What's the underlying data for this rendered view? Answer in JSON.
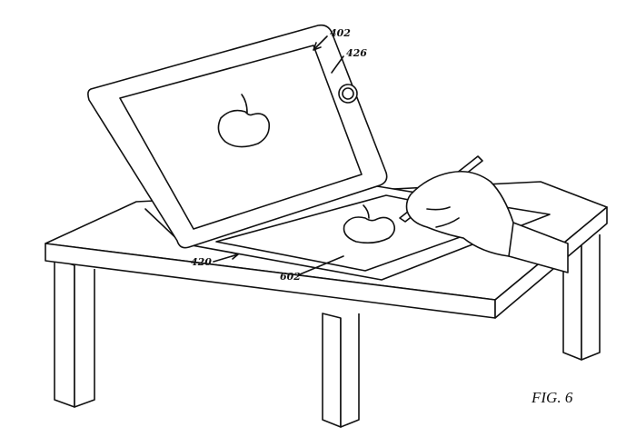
{
  "figure": {
    "title": "FIG. 6",
    "labels": {
      "tablet": "402",
      "home_button": "426",
      "cover": "420",
      "drawing_surface": "602"
    }
  }
}
